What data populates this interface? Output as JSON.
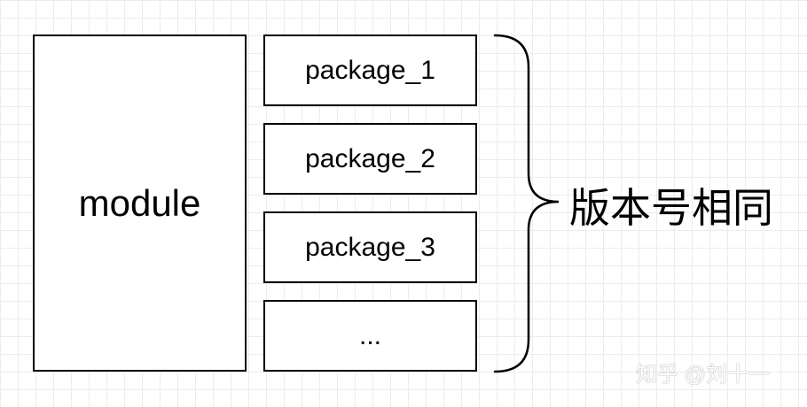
{
  "module": {
    "label": "module"
  },
  "packages": [
    {
      "label": "package_1"
    },
    {
      "label": "package_2"
    },
    {
      "label": "package_3"
    },
    {
      "label": "..."
    }
  ],
  "brace": {
    "label": "版本号相同"
  },
  "watermark": {
    "text": "知乎 @刘十一"
  }
}
